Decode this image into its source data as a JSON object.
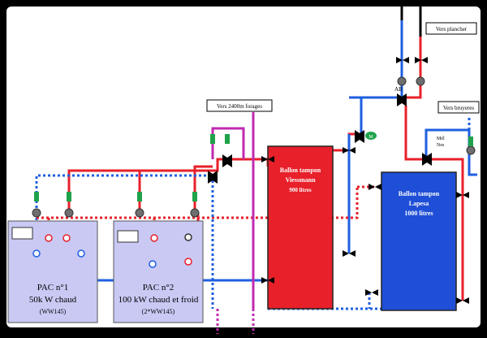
{
  "labels": {
    "vers_plancher": "Vers plancher",
    "vers_forages": "Vers 2400m forages",
    "vers_bruyeres": "Vers bruyeres",
    "ab": "AB",
    "mel_nes": "Mél",
    "nes": "Nes",
    "m_badge": "M"
  },
  "tank_red": {
    "title": "Ballon tampon",
    "brand": "Viessmann",
    "capacity": "900 litres",
    "color": "#e8202a"
  },
  "tank_blue": {
    "title": "Ballon tampon",
    "brand": "Lapesa",
    "capacity": "1000 litres",
    "color": "#1f4fd6"
  },
  "pac1": {
    "name": "PAC n°1",
    "power": "50k W chaud",
    "model": "(WW145)"
  },
  "pac2": {
    "name": "PAC n°2",
    "power": "100 kW chaud et froid",
    "model": "(2*WW145)"
  },
  "colors": {
    "hot": "#e8202a",
    "cold": "#1f5fe0",
    "geo": "#c02ab0",
    "unit_fill": "#c9c9f4",
    "background": "#ffffff",
    "frame": "#000000"
  }
}
